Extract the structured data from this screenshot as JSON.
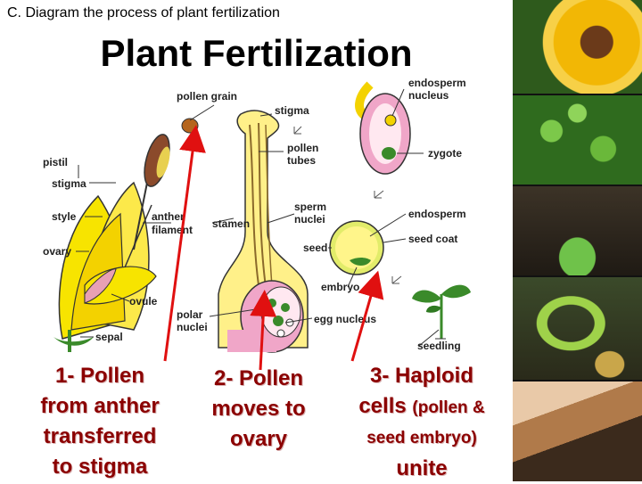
{
  "slide": {
    "heading": "C.  Diagram the process of plant fertilization",
    "title": "Plant Fertilization"
  },
  "labels": {
    "pollen_grain": "pollen grain",
    "stigma_top": "stigma",
    "pollen_tubes_1": "pollen",
    "pollen_tubes_2": "tubes",
    "pistil": "pistil",
    "stigma_left": "stigma",
    "style": "style",
    "anther": "anther",
    "filament": "filament",
    "stamen": "stamen",
    "ovary": "ovary",
    "ovule": "ovule",
    "sepal": "sepal",
    "sperm_nuclei_1": "sperm",
    "sperm_nuclei_2": "nuclei",
    "polar_nuclei_1": "polar",
    "polar_nuclei_2": "nuclei",
    "egg_nucleus": "egg nucleus",
    "endosperm_nucleus_1": "endosperm",
    "endosperm_nucleus_2": "nucleus",
    "zygote": "zygote",
    "endosperm": "endosperm",
    "seed_coat": "seed coat",
    "seed": "seed",
    "embryo": "embryo",
    "seedling": "seedling"
  },
  "steps": {
    "step1": [
      "1- Pollen",
      "from anther",
      "transferred",
      "to stigma"
    ],
    "step2": [
      "2- Pollen",
      "moves to",
      "ovary"
    ],
    "step3_line1": "3- Haploid",
    "step3_line2a": "cells",
    "step3_line2b": "(pollen &",
    "step3_line3": "seed embryo)",
    "step3_line4": "unite"
  },
  "colors": {
    "arrow": "#e01010",
    "step_text": "#8b0000",
    "petal": "#f7e400",
    "ovule_pink": "#f0a6c8",
    "leaf_green": "#3a8a2a"
  }
}
